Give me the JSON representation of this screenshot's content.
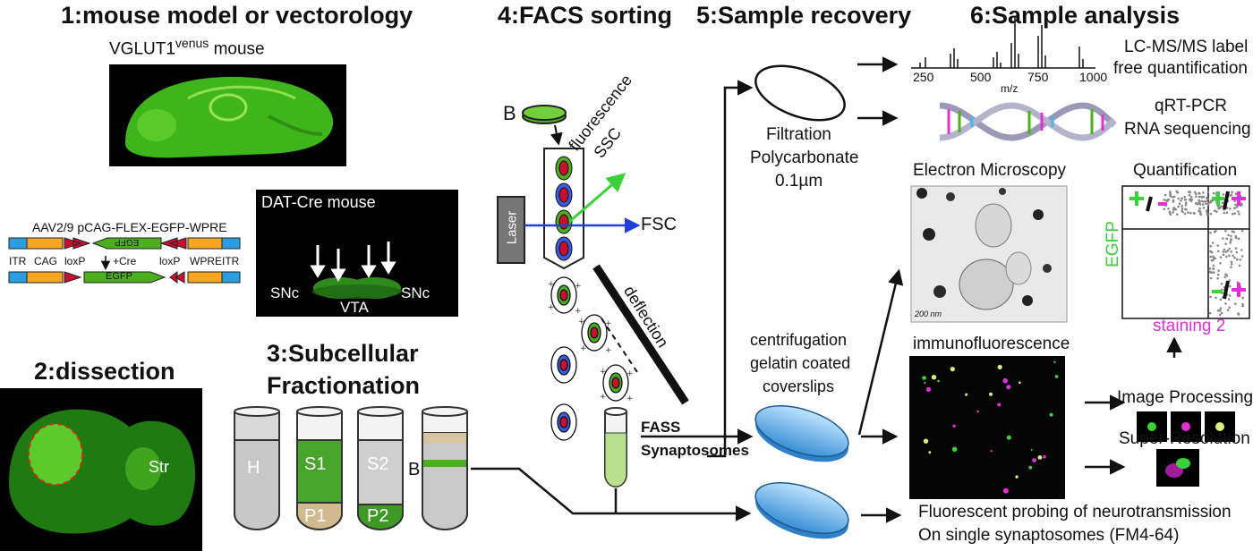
{
  "headings": {
    "h1": "1:mouse model or vectorology",
    "h2": "2:dissection",
    "h3_line1": "3:Subcellular",
    "h3_line2": "Fractionation",
    "h4": "4:FACS sorting",
    "h5": "5:Sample recovery",
    "h6": "6:Sample analysis"
  },
  "mouse_model": {
    "vglut_label": "VGLUT1",
    "vglut_sup": "venus",
    "vglut_suffix": "mouse",
    "dat_label": "DAT-Cre mouse",
    "snc_left": "SNc",
    "snc_right": "SNc",
    "vta": "VTA",
    "aav_title": "AAV2/9 pCAG-FLEX-EGFP-WPRE",
    "vector_labels": [
      "ITR",
      "CAG",
      "loxP",
      "+Cre",
      "loxP",
      "WPRE",
      "ITR"
    ],
    "egfp_top": "EGFP",
    "egfp_bottom": "EGFP"
  },
  "dissection": {
    "str": "Str"
  },
  "fractionation": {
    "tubes": [
      "H",
      "S1",
      "P1",
      "S2",
      "P2",
      "B"
    ]
  },
  "facs": {
    "b_label": "B",
    "laser": "Laser",
    "fluorescence": "fluorescence",
    "ssc": "SSC",
    "fsc": "FSC",
    "deflection": "deflection",
    "fass": "FASS",
    "synaptosomes": "Synaptosomes"
  },
  "recovery": {
    "filtration": "Filtration",
    "polycarbonate": "Polycarbonate",
    "pore": "0.1µm",
    "centrifugation": "centrifugation",
    "gelatin": "gelatin coated",
    "coverslips": "coverslips"
  },
  "analysis": {
    "lcms_line1": "LC-MS/MS label",
    "lcms_line2": "free quantification",
    "mz_ticks": [
      "250",
      "500",
      "750",
      "1000"
    ],
    "mz_label": "m/z",
    "qrt": "qRT-PCR",
    "rnaseq": "RNA sequencing",
    "em": "Electron Microscopy",
    "em_scale": "200 nm",
    "quant": "Quantification",
    "egfp_axis": "EGFP",
    "staining2": "staining 2",
    "immuno": "immunofluorescence",
    "image_processing": "Image Processing",
    "super_res": "Super-Resolution",
    "fm_line1": "Fluorescent probing of neurotransmission",
    "fm_line2": "On single synaptosomes (FM4-64)"
  },
  "colors": {
    "green": "#4caf1f",
    "magenta": "#e52fd6",
    "blue": "#1f3fd8",
    "red": "#c8102e",
    "lightblue": "#7fc2f0"
  }
}
